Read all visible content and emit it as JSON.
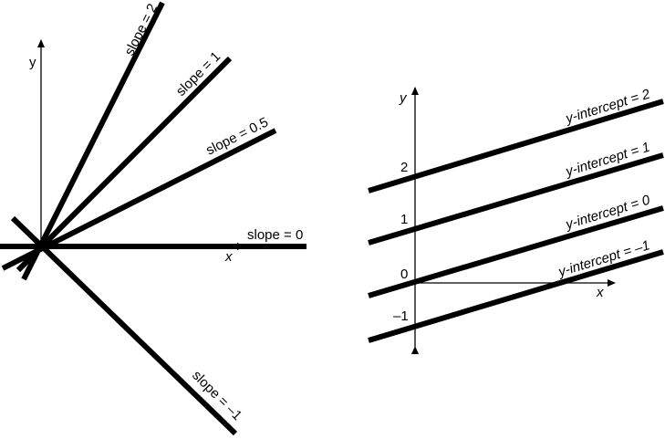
{
  "left_panel": {
    "y_axis_label": "y",
    "x_axis_label": "x",
    "lines": [
      {
        "slope": 2,
        "label": "slope = 2"
      },
      {
        "slope": 1,
        "label": "slope = 1"
      },
      {
        "slope": 0.5,
        "label": "slope = 0.5"
      },
      {
        "slope": 0,
        "label": "slope = 0"
      },
      {
        "slope": -1,
        "label": "slope = –1"
      }
    ]
  },
  "right_panel": {
    "y_axis_label": "y",
    "x_axis_label": "x",
    "tick_labels": [
      "2",
      "1",
      "0",
      "–1"
    ],
    "lines": [
      {
        "intercept": 2,
        "label": "y-intercept = 2"
      },
      {
        "intercept": 1,
        "label": "y-intercept = 1"
      },
      {
        "intercept": 0,
        "label": "y-intercept = 0"
      },
      {
        "intercept": -1,
        "label": "y-intercept = –1"
      }
    ]
  }
}
